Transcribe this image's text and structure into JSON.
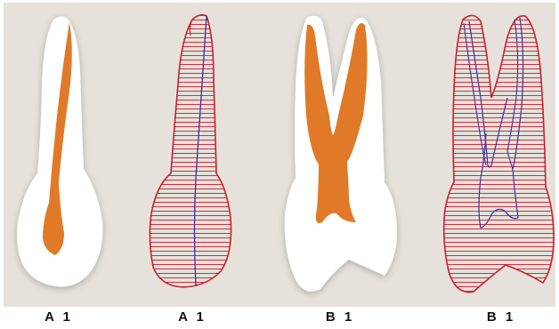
{
  "figure": {
    "labels": [
      "A 1",
      "A 1",
      "B 1",
      "B 1"
    ]
  },
  "colors": {
    "background_panel": "#e6e2db",
    "tooth_fill": "#ffffff",
    "canal_fill": "#e07a28",
    "outline_stroke": "#c8202f",
    "hatch_stroke": "#c8202f",
    "canal_line": "#3a2fa0"
  }
}
